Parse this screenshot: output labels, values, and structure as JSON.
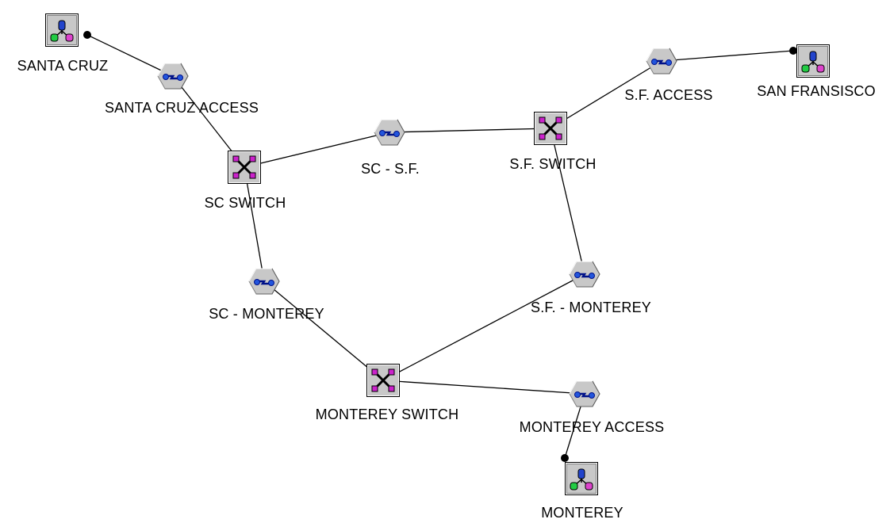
{
  "diagram": {
    "nodes": {
      "santa_cruz": {
        "label": "SANTA CRUZ",
        "type": "site",
        "icon": "site-node-icon"
      },
      "santa_cruz_access": {
        "label": "SANTA CRUZ ACCESS",
        "type": "link",
        "icon": "link-hexagon-icon"
      },
      "sc_switch": {
        "label": "SC SWITCH",
        "type": "switch",
        "icon": "switch-icon"
      },
      "sc_sf": {
        "label": "SC - S.F.",
        "type": "link",
        "icon": "link-hexagon-icon"
      },
      "sf_switch": {
        "label": "S.F. SWITCH",
        "type": "switch",
        "icon": "switch-icon"
      },
      "sf_access": {
        "label": "S.F. ACCESS",
        "type": "link",
        "icon": "link-hexagon-icon"
      },
      "san_fransisco": {
        "label": "SAN FRANSISCO",
        "type": "site",
        "icon": "site-node-icon"
      },
      "sc_monterey": {
        "label": "SC - MONTEREY",
        "type": "link",
        "icon": "link-hexagon-icon"
      },
      "sf_monterey": {
        "label": "S.F. - MONTEREY",
        "type": "link",
        "icon": "link-hexagon-icon"
      },
      "monterey_switch": {
        "label": "MONTEREY SWITCH",
        "type": "switch",
        "icon": "switch-icon"
      },
      "monterey_access": {
        "label": "MONTEREY ACCESS",
        "type": "link",
        "icon": "link-hexagon-icon"
      },
      "monterey": {
        "label": "MONTEREY",
        "type": "site",
        "icon": "site-node-icon"
      }
    },
    "edges": [
      [
        "santa_cruz",
        "santa_cruz_access"
      ],
      [
        "santa_cruz_access",
        "sc_switch"
      ],
      [
        "sc_switch",
        "sc_sf"
      ],
      [
        "sc_sf",
        "sf_switch"
      ],
      [
        "sf_switch",
        "sf_access"
      ],
      [
        "sf_access",
        "san_fransisco"
      ],
      [
        "sc_switch",
        "sc_monterey"
      ],
      [
        "sc_monterey",
        "monterey_switch"
      ],
      [
        "sf_switch",
        "sf_monterey"
      ],
      [
        "sf_monterey",
        "monterey_switch"
      ],
      [
        "monterey_switch",
        "monterey_access"
      ],
      [
        "monterey_access",
        "monterey"
      ]
    ],
    "colors": {
      "link_icon_fill": "#c8c8c8",
      "switch_marker": "#cc22cc",
      "site_blue": "#2244cc",
      "site_green": "#22cc44",
      "site_pink": "#dd44cc"
    }
  }
}
